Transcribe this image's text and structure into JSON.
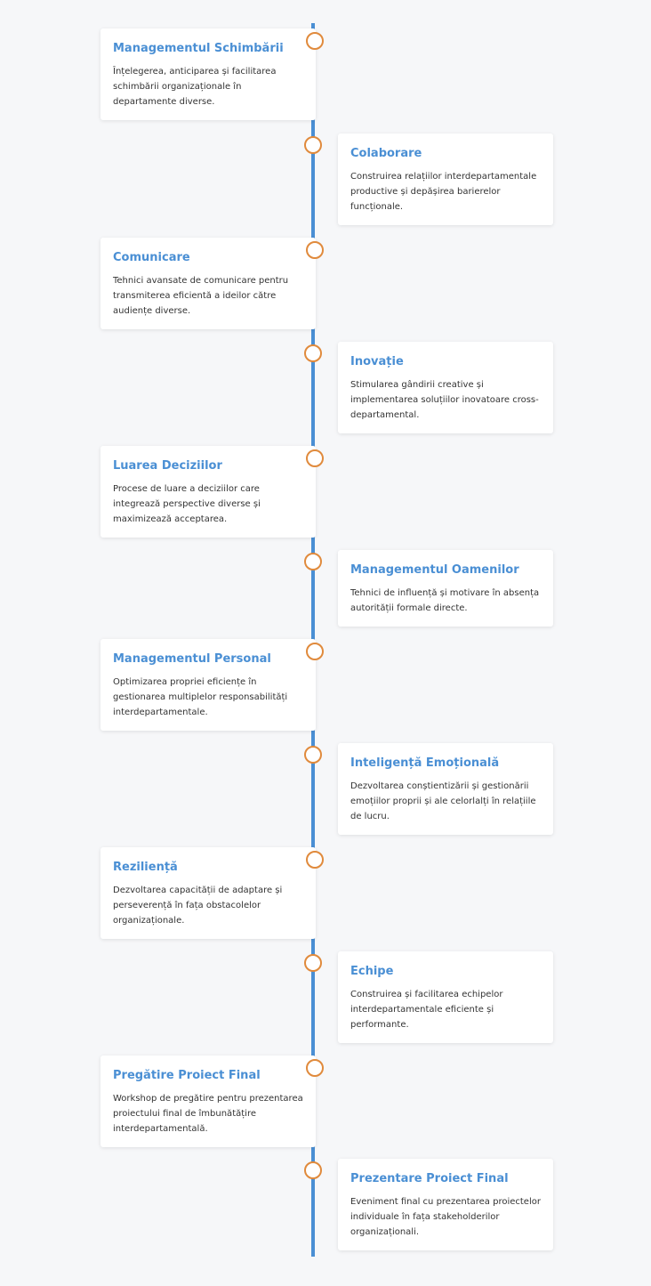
{
  "timeline": {
    "items": [
      {
        "title": "Managementul Schimbării",
        "desc": "Înțelegerea, anticiparea și facilitarea schimbării organizaționale în departamente diverse."
      },
      {
        "title": "Colaborare",
        "desc": "Construirea relațiilor interdepartamentale productive și depășirea barierelor funcționale."
      },
      {
        "title": "Comunicare",
        "desc": "Tehnici avansate de comunicare pentru transmiterea eficientă a ideilor către audiențe diverse."
      },
      {
        "title": "Inovație",
        "desc": "Stimularea gândirii creative și implementarea soluțiilor inovatoare cross-departamental."
      },
      {
        "title": "Luarea Deciziilor",
        "desc": "Procese de luare a deciziilor care integrează perspective diverse și maximizează acceptarea."
      },
      {
        "title": "Managementul Oamenilor",
        "desc": "Tehnici de influență și motivare în absența autorității formale directe."
      },
      {
        "title": "Managementul Personal",
        "desc": "Optimizarea propriei eficiențe în gestionarea multiplelor responsabilități interdepartamentale."
      },
      {
        "title": "Inteligență Emoțională",
        "desc": "Dezvoltarea conștientizării și gestionării emoțiilor proprii și ale celorlalți în relațiile de lucru."
      },
      {
        "title": "Reziliență",
        "desc": "Dezvoltarea capacității de adaptare și perseverență în fața obstacolelor organizaționale."
      },
      {
        "title": "Echipe",
        "desc": "Construirea și facilitarea echipelor interdepartamentale eficiente și performante."
      },
      {
        "title": "Pregătire Proiect Final",
        "desc": "Workshop de pregătire pentru prezentarea proiectului final de îmbunătățire interdepartamentală."
      },
      {
        "title": "Prezentare Proiect Final",
        "desc": "Eveniment final cu prezentarea proiectelor individuale în fața stakeholderilor organizaționali."
      }
    ]
  }
}
